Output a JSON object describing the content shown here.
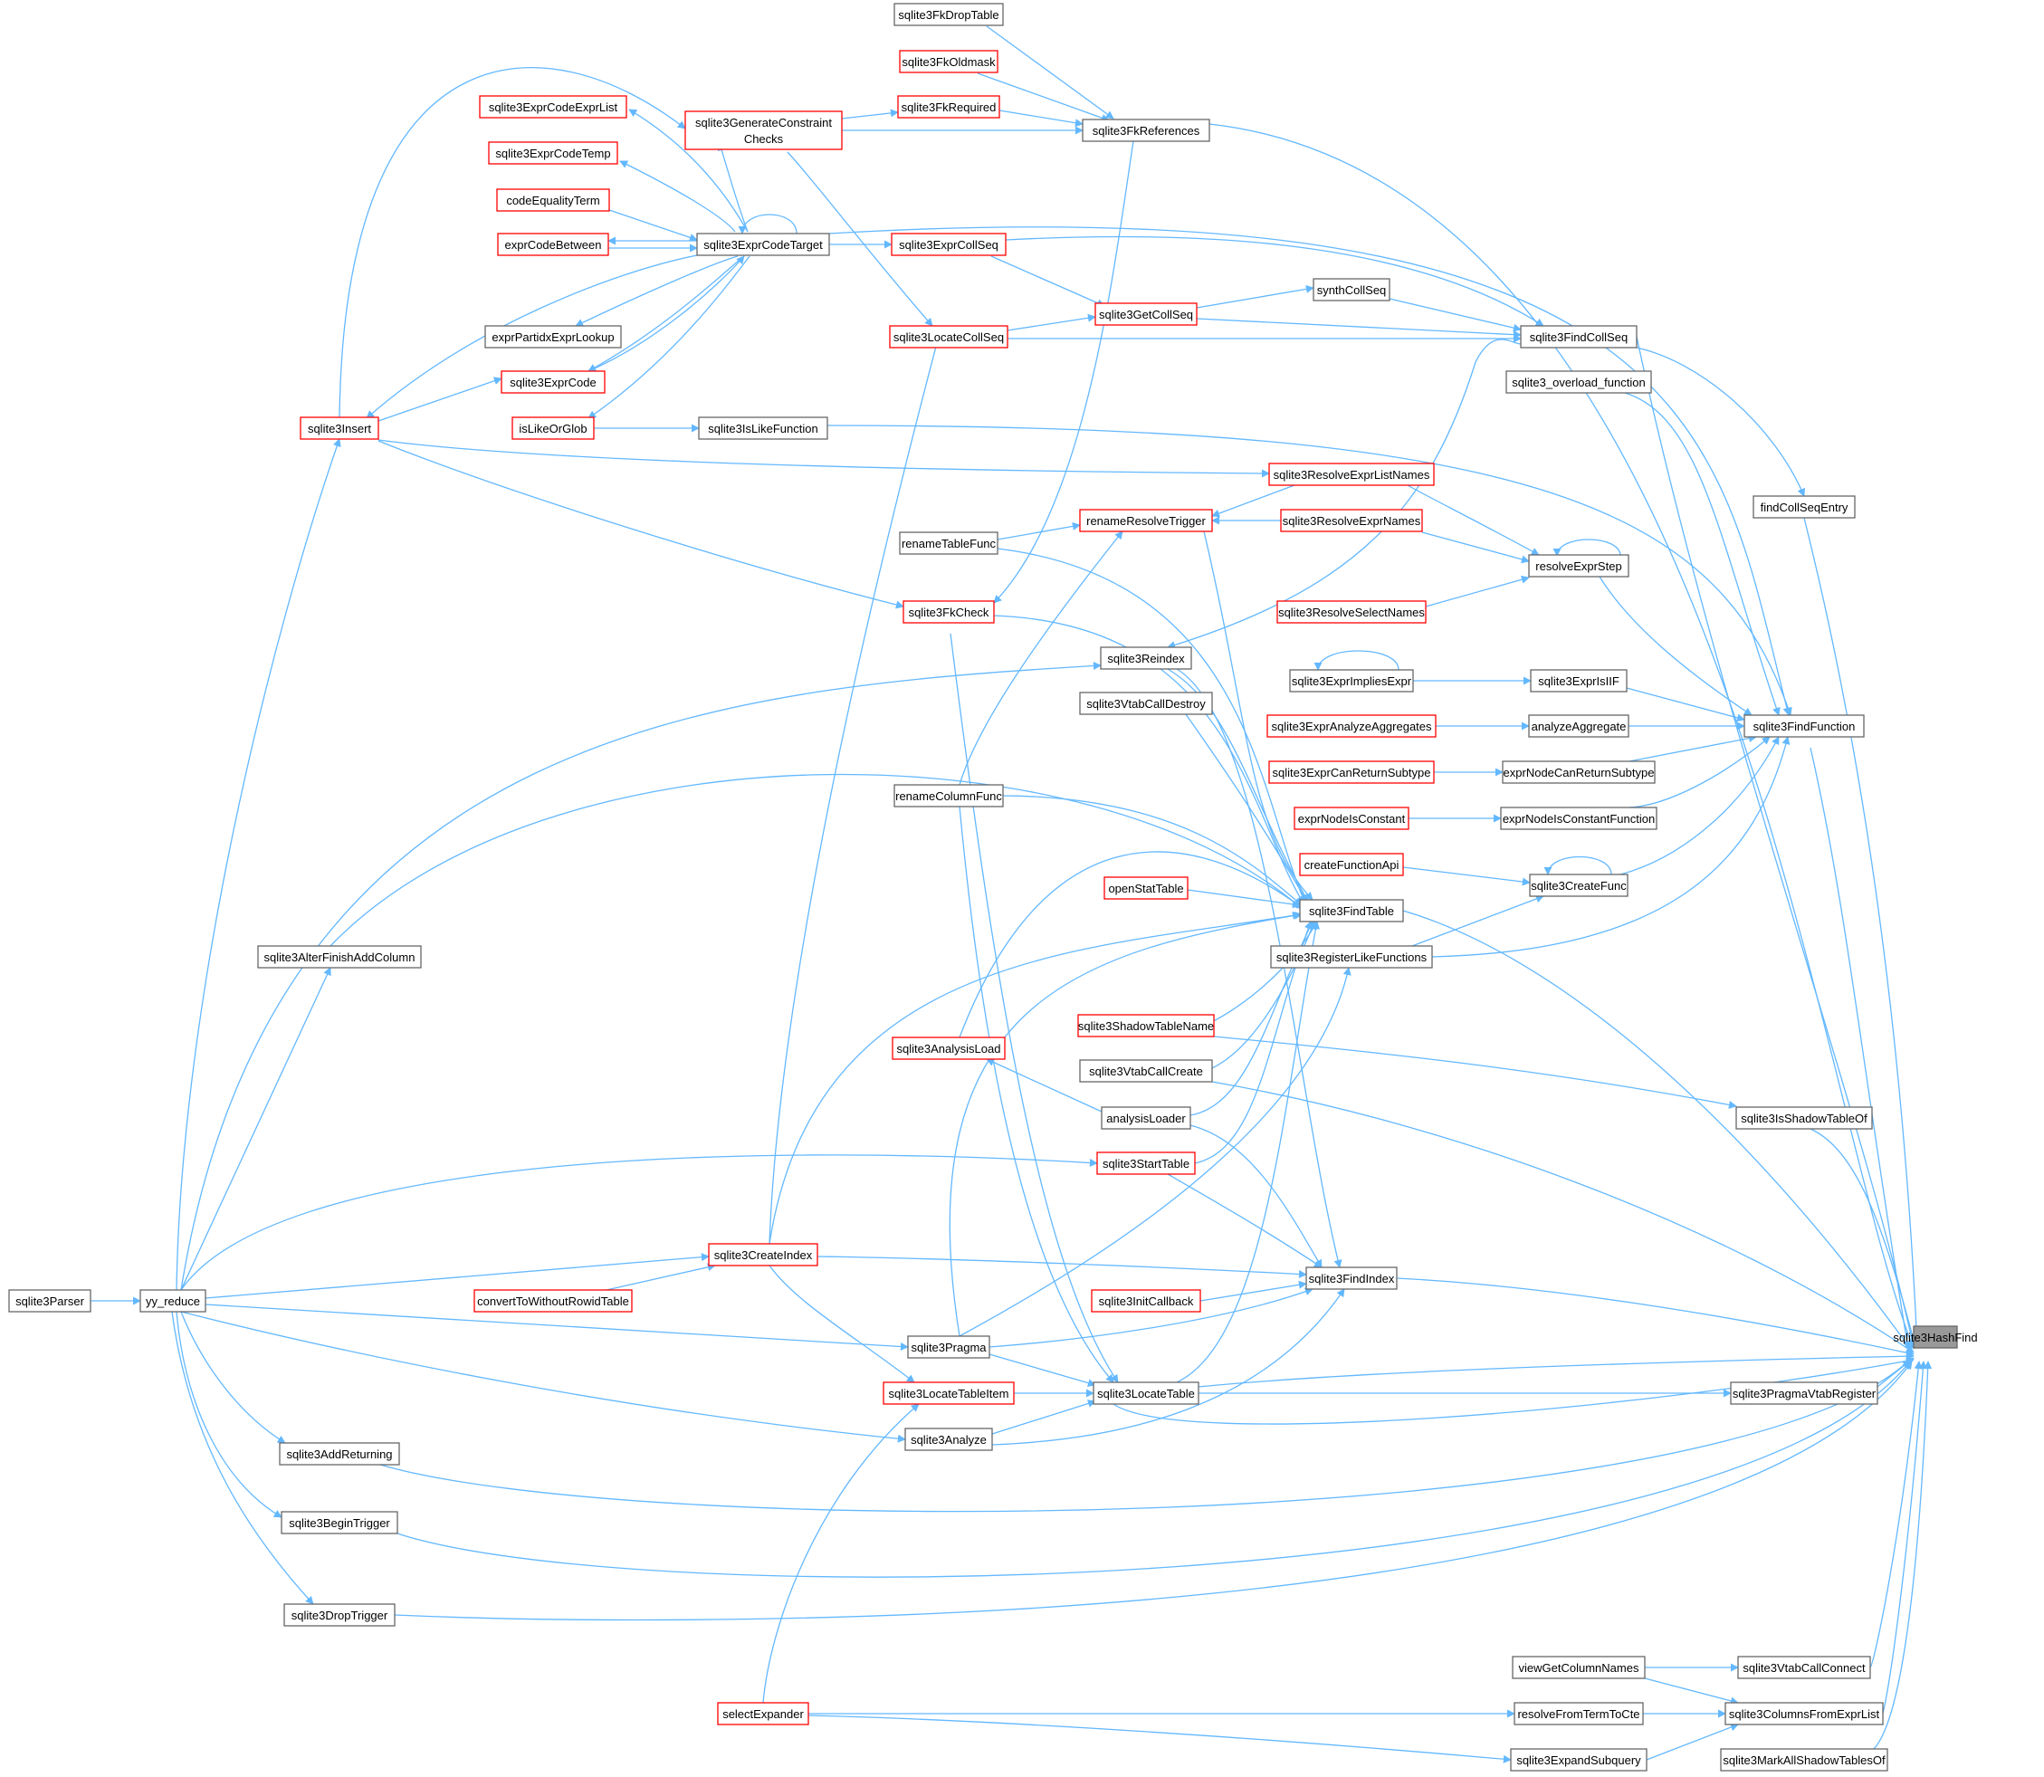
{
  "graph": {
    "target_node": "sqlite3HashFind",
    "colors": {
      "edge": "#63b8ff",
      "node_border_default": "#666666",
      "node_border_truncated": "#ff0000",
      "target_fill": "#999999",
      "node_fill": "#ffffff",
      "text": "#000000"
    },
    "nodes": [
      {
        "id": "sqlite3HashFind",
        "label": "sqlite3HashFind",
        "style": "target"
      },
      {
        "id": "sqlite3FkDropTable",
        "label": "sqlite3FkDropTable",
        "style": "normal"
      },
      {
        "id": "sqlite3FkOldmask",
        "label": "sqlite3FkOldmask",
        "style": "truncated"
      },
      {
        "id": "sqlite3ExprCodeExprList",
        "label": "sqlite3ExprCodeExprList",
        "style": "truncated"
      },
      {
        "id": "sqlite3FkRequired",
        "label": "sqlite3FkRequired",
        "style": "truncated"
      },
      {
        "id": "sqlite3GenerateConstraintChecks",
        "label": "sqlite3GenerateConstraint",
        "label2": "Checks",
        "style": "truncated"
      },
      {
        "id": "sqlite3FkReferences",
        "label": "sqlite3FkReferences",
        "style": "normal"
      },
      {
        "id": "sqlite3ExprCodeTemp",
        "label": "sqlite3ExprCodeTemp",
        "style": "truncated"
      },
      {
        "id": "codeEqualityTerm",
        "label": "codeEqualityTerm",
        "style": "truncated"
      },
      {
        "id": "exprCodeBetween",
        "label": "exprCodeBetween",
        "style": "truncated"
      },
      {
        "id": "sqlite3ExprCodeTarget",
        "label": "sqlite3ExprCodeTarget",
        "style": "normal"
      },
      {
        "id": "sqlite3ExprCollSeq",
        "label": "sqlite3ExprCollSeq",
        "style": "truncated"
      },
      {
        "id": "synthCollSeq",
        "label": "synthCollSeq",
        "style": "normal"
      },
      {
        "id": "sqlite3GetCollSeq",
        "label": "sqlite3GetCollSeq",
        "style": "truncated"
      },
      {
        "id": "exprPartidxExprLookup",
        "label": "exprPartidxExprLookup",
        "style": "normal"
      },
      {
        "id": "sqlite3LocateCollSeq",
        "label": "sqlite3LocateCollSeq",
        "style": "truncated"
      },
      {
        "id": "sqlite3FindCollSeq",
        "label": "sqlite3FindCollSeq",
        "style": "normal"
      },
      {
        "id": "sqlite3ExprCode",
        "label": "sqlite3ExprCode",
        "style": "truncated"
      },
      {
        "id": "sqlite3_overload_function",
        "label": "sqlite3_overload_function",
        "style": "normal"
      },
      {
        "id": "sqlite3Insert",
        "label": "sqlite3Insert",
        "style": "truncated"
      },
      {
        "id": "isLikeOrGlob",
        "label": "isLikeOrGlob",
        "style": "truncated"
      },
      {
        "id": "sqlite3IsLikeFunction",
        "label": "sqlite3IsLikeFunction",
        "style": "normal"
      },
      {
        "id": "sqlite3ResolveExprListNames",
        "label": "sqlite3ResolveExprListNames",
        "style": "truncated"
      },
      {
        "id": "findCollSeqEntry",
        "label": "findCollSeqEntry",
        "style": "normal"
      },
      {
        "id": "renameResolveTrigger",
        "label": "renameResolveTrigger",
        "style": "truncated"
      },
      {
        "id": "sqlite3ResolveExprNames",
        "label": "sqlite3ResolveExprNames",
        "style": "truncated"
      },
      {
        "id": "renameTableFunc",
        "label": "renameTableFunc",
        "style": "normal"
      },
      {
        "id": "resolveExprStep",
        "label": "resolveExprStep",
        "style": "normal"
      },
      {
        "id": "sqlite3FkCheck",
        "label": "sqlite3FkCheck",
        "style": "truncated"
      },
      {
        "id": "sqlite3ResolveSelectNames",
        "label": "sqlite3ResolveSelectNames",
        "style": "truncated"
      },
      {
        "id": "sqlite3Reindex",
        "label": "sqlite3Reindex",
        "style": "normal"
      },
      {
        "id": "sqlite3ExprImpliesExpr",
        "label": "sqlite3ExprImpliesExpr",
        "style": "normal"
      },
      {
        "id": "sqlite3ExprIsIIF",
        "label": "sqlite3ExprIsIIF",
        "style": "normal"
      },
      {
        "id": "sqlite3VtabCallDestroy",
        "label": "sqlite3VtabCallDestroy",
        "style": "normal"
      },
      {
        "id": "sqlite3ExprAnalyzeAggregates",
        "label": "sqlite3ExprAnalyzeAggregates",
        "style": "truncated"
      },
      {
        "id": "analyzeAggregate",
        "label": "analyzeAggregate",
        "style": "normal"
      },
      {
        "id": "sqlite3FindFunction",
        "label": "sqlite3FindFunction",
        "style": "normal"
      },
      {
        "id": "sqlite3ExprCanReturnSubtype",
        "label": "sqlite3ExprCanReturnSubtype",
        "style": "truncated"
      },
      {
        "id": "exprNodeCanReturnSubtype",
        "label": "exprNodeCanReturnSubtype",
        "style": "normal"
      },
      {
        "id": "renameColumnFunc",
        "label": "renameColumnFunc",
        "style": "normal"
      },
      {
        "id": "exprNodeIsConstant",
        "label": "exprNodeIsConstant",
        "style": "truncated"
      },
      {
        "id": "exprNodeIsConstantFunction",
        "label": "exprNodeIsConstantFunction",
        "style": "normal"
      },
      {
        "id": "createFunctionApi",
        "label": "createFunctionApi",
        "style": "truncated"
      },
      {
        "id": "sqlite3CreateFunc",
        "label": "sqlite3CreateFunc",
        "style": "normal"
      },
      {
        "id": "openStatTable",
        "label": "openStatTable",
        "style": "truncated"
      },
      {
        "id": "sqlite3FindTable",
        "label": "sqlite3FindTable",
        "style": "normal"
      },
      {
        "id": "sqlite3AlterFinishAddColumn",
        "label": "sqlite3AlterFinishAddColumn",
        "style": "normal"
      },
      {
        "id": "sqlite3RegisterLikeFunctions",
        "label": "sqlite3RegisterLikeFunctions",
        "style": "normal"
      },
      {
        "id": "sqlite3ShadowTableName",
        "label": "sqlite3ShadowTableName",
        "style": "truncated"
      },
      {
        "id": "sqlite3AnalysisLoad",
        "label": "sqlite3AnalysisLoad",
        "style": "truncated"
      },
      {
        "id": "sqlite3VtabCallCreate",
        "label": "sqlite3VtabCallCreate",
        "style": "normal"
      },
      {
        "id": "analysisLoader",
        "label": "analysisLoader",
        "style": "normal"
      },
      {
        "id": "sqlite3IsShadowTableOf",
        "label": "sqlite3IsShadowTableOf",
        "style": "normal"
      },
      {
        "id": "sqlite3StartTable",
        "label": "sqlite3StartTable",
        "style": "truncated"
      },
      {
        "id": "sqlite3CreateIndex",
        "label": "sqlite3CreateIndex",
        "style": "truncated"
      },
      {
        "id": "sqlite3FindIndex",
        "label": "sqlite3FindIndex",
        "style": "normal"
      },
      {
        "id": "sqlite3Parser",
        "label": "sqlite3Parser",
        "style": "normal"
      },
      {
        "id": "yy_reduce",
        "label": "yy_reduce",
        "style": "normal"
      },
      {
        "id": "convertToWithoutRowidTable",
        "label": "convertToWithoutRowidTable",
        "style": "truncated"
      },
      {
        "id": "sqlite3InitCallback",
        "label": "sqlite3InitCallback",
        "style": "truncated"
      },
      {
        "id": "sqlite3Pragma",
        "label": "sqlite3Pragma",
        "style": "normal"
      },
      {
        "id": "sqlite3LocateTableItem",
        "label": "sqlite3LocateTableItem",
        "style": "truncated"
      },
      {
        "id": "sqlite3LocateTable",
        "label": "sqlite3LocateTable",
        "style": "normal"
      },
      {
        "id": "sqlite3PragmaVtabRegister",
        "label": "sqlite3PragmaVtabRegister",
        "style": "normal"
      },
      {
        "id": "sqlite3Analyze",
        "label": "sqlite3Analyze",
        "style": "normal"
      },
      {
        "id": "sqlite3AddReturning",
        "label": "sqlite3AddReturning",
        "style": "normal"
      },
      {
        "id": "sqlite3BeginTrigger",
        "label": "sqlite3BeginTrigger",
        "style": "normal"
      },
      {
        "id": "sqlite3DropTrigger",
        "label": "sqlite3DropTrigger",
        "style": "normal"
      },
      {
        "id": "viewGetColumnNames",
        "label": "viewGetColumnNames",
        "style": "normal"
      },
      {
        "id": "sqlite3VtabCallConnect",
        "label": "sqlite3VtabCallConnect",
        "style": "normal"
      },
      {
        "id": "selectExpander",
        "label": "selectExpander",
        "style": "truncated"
      },
      {
        "id": "resolveFromTermToCte",
        "label": "resolveFromTermToCte",
        "style": "normal"
      },
      {
        "id": "sqlite3ColumnsFromExprList",
        "label": "sqlite3ColumnsFromExprList",
        "style": "normal"
      },
      {
        "id": "sqlite3ExpandSubquery",
        "label": "sqlite3ExpandSubquery",
        "style": "normal"
      },
      {
        "id": "sqlite3MarkAllShadowTablesOf",
        "label": "sqlite3MarkAllShadowTablesOf",
        "style": "normal"
      }
    ]
  }
}
